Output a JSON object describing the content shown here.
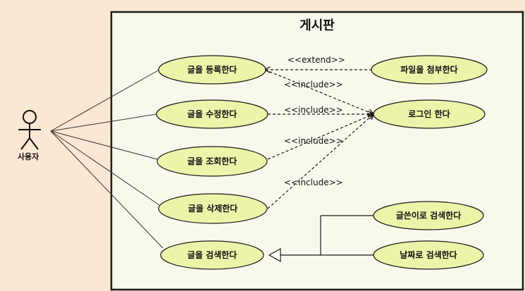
{
  "system": {
    "title": "게시판"
  },
  "actor": {
    "label": "사용자"
  },
  "use_cases": [
    {
      "id": "register",
      "label": "글을 등록한다"
    },
    {
      "id": "modify",
      "label": "글을 수정한다"
    },
    {
      "id": "view",
      "label": "글을 조회한다"
    },
    {
      "id": "delete",
      "label": "글을 삭제한다"
    },
    {
      "id": "search",
      "label": "글을 검색한다"
    },
    {
      "id": "attach",
      "label": "파일을 첨부한다"
    },
    {
      "id": "login",
      "label": "로그인 한다"
    },
    {
      "id": "search_author",
      "label": "글쓴이로 검색한다"
    },
    {
      "id": "search_date",
      "label": "날짜로 검색한다"
    }
  ],
  "relations": [
    {
      "type": "extend",
      "label": "<<extend>>",
      "from": "attach",
      "to": "register"
    },
    {
      "type": "include",
      "label": "<<include>>",
      "from": "register",
      "to": "login"
    },
    {
      "type": "include",
      "label": "<<include>>",
      "from": "modify",
      "to": "login"
    },
    {
      "type": "include",
      "label": "<<include>>",
      "from": "view",
      "to": "login"
    },
    {
      "type": "include",
      "label": "<<include>>",
      "from": "delete",
      "to": "login"
    },
    {
      "type": "generalization",
      "from": "search_author",
      "to": "search"
    },
    {
      "type": "generalization",
      "from": "search_date",
      "to": "search"
    }
  ],
  "colors": {
    "page_background": "#fbe7d3",
    "system_fill": "#f8f9ec",
    "usecase_fill": "#ecf4a9",
    "line": "#1a1a1a"
  }
}
